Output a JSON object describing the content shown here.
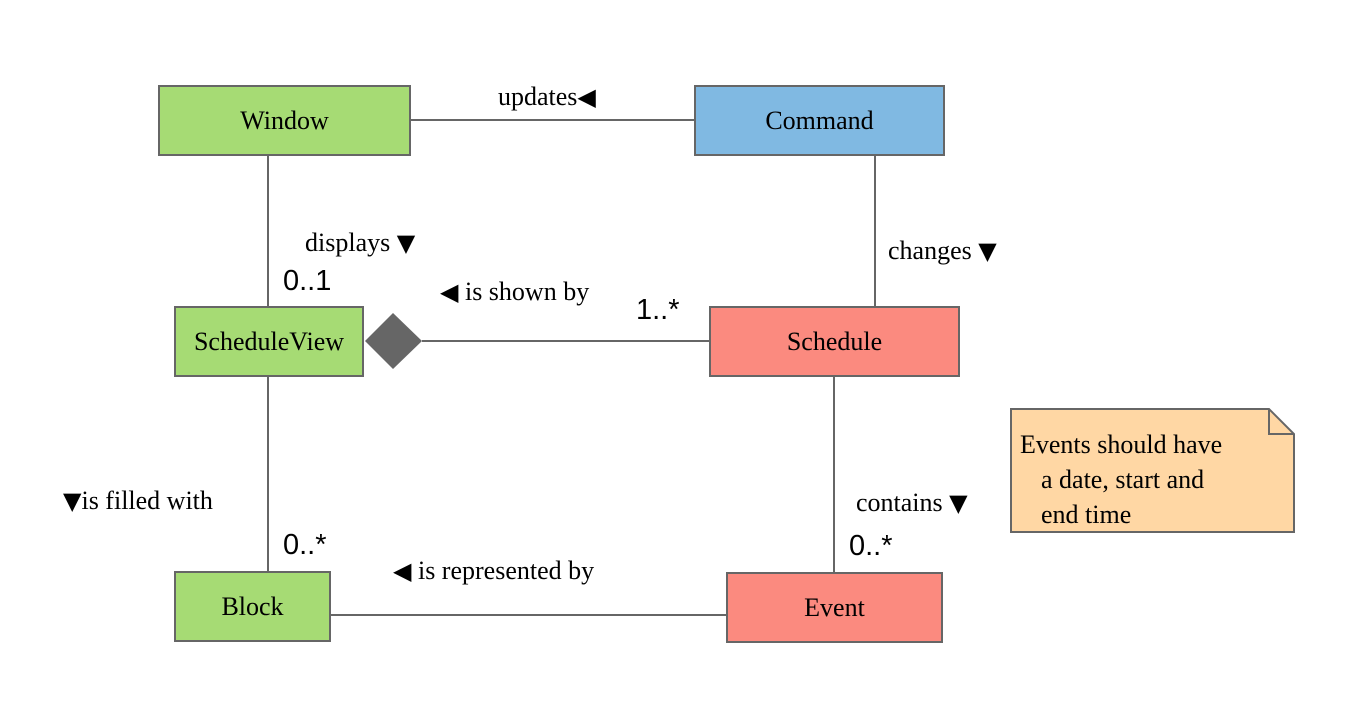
{
  "classes": {
    "window": "Window",
    "command": "Command",
    "schedule_view": "ScheduleView",
    "schedule": "Schedule",
    "block": "Block",
    "event": "Event"
  },
  "associations": {
    "updates": "updates",
    "displays": "displays",
    "changes": "changes",
    "is_shown_by": "is shown by",
    "is_filled_with": "is filled with",
    "contains": "contains",
    "is_represented_by": "is represented by"
  },
  "direction_glyphs": {
    "left": "◀",
    "down": "▼"
  },
  "multiplicities": {
    "displays_target": "0..1",
    "shown_by_source": "1..*",
    "filled_with_target": "0..*",
    "contains_target": "0..*"
  },
  "note": {
    "lines": [
      "Events should have",
      "a date, start and",
      "end time"
    ]
  },
  "colors": {
    "view_green": "#a6db74",
    "logic_blue": "#80b9e2",
    "model_red": "#fb8a7f",
    "note_orange": "#ffd7a4",
    "stroke_gray": "#666666"
  }
}
